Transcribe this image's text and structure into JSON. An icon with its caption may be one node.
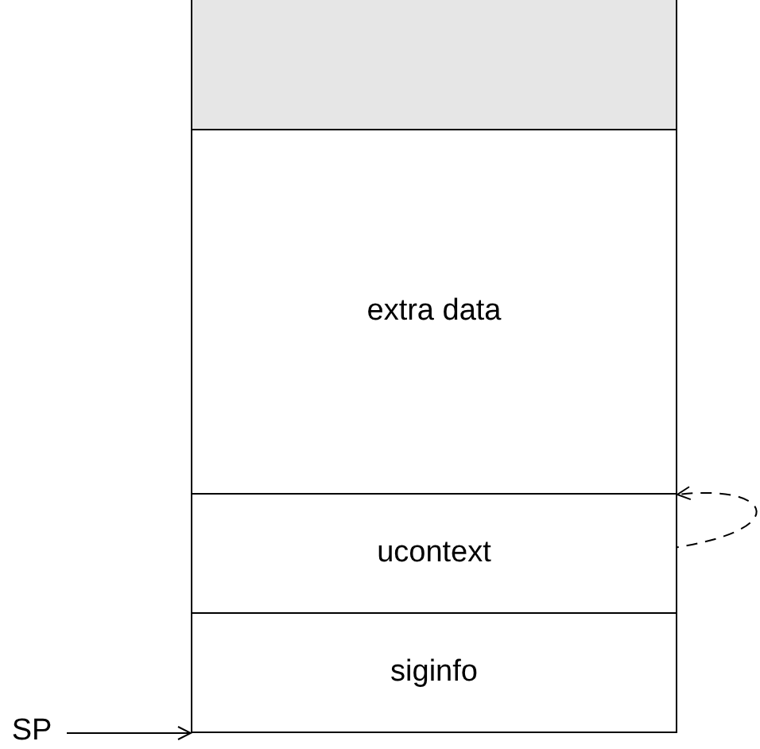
{
  "diagram": {
    "nodes": [
      {
        "text": [],
        "shape": "box"
      },
      {
        "text": [
          "extra data"
        ]
      },
      {
        "text": [
          "ucontext"
        ]
      },
      {
        "text": [
          "siginfo"
        ]
      },
      {
        "text": [
          "SP"
        ]
      }
    ],
    "edges": [
      {
        "from": 4,
        "to": 3,
        "arrow": "to"
      },
      {
        "from": 2,
        "to": 1,
        "arrow": "to",
        "style": "dashed"
      }
    ]
  }
}
